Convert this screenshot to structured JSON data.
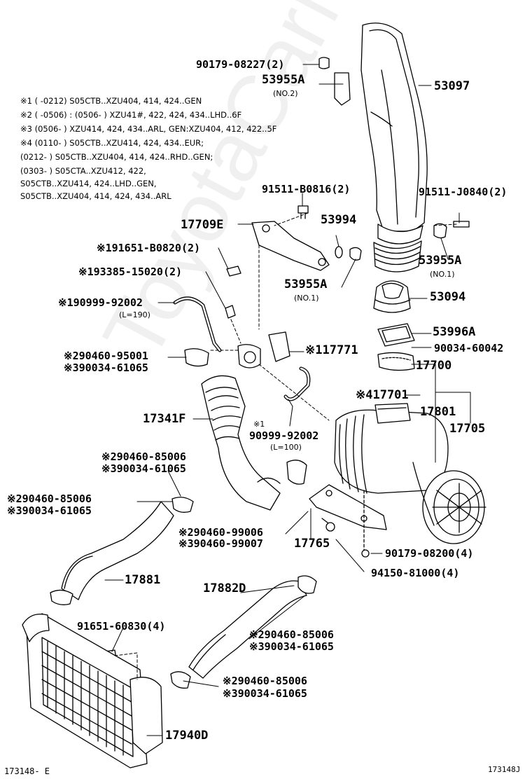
{
  "diagram_id": "173148- E",
  "diagram_id_right": "173148J",
  "notes": [
    "※1 (     -0212) S05CTB..XZU404, 414, 424..GEN",
    "※2 (     -0506) : (0506-     ) XZU41#, 422, 424, 434..LHD..6F",
    "※3 (0506-     ) XZU414, 424, 434..ARL, GEN:XZU404, 412, 422..5F",
    "※4 (0110-     ) S05CTB..XZU414, 424, 434..EUR;",
    "(0212-      ) S05CTB..XZU404, 414, 424..RHD..GEN;",
    "(0303-      ) S05CTA..XZU412, 422,",
    "S05CTB..XZU414, 424..LHD..GEN,",
    "S05CTB..XZU404, 414, 424, 434..ARL"
  ],
  "parts": {
    "p90179_08227": "90179-08227(2)",
    "p53955A_top": "53955A",
    "p53955A_top_sub": "(NO.2)",
    "p53097": "53097",
    "p91511_B0816": "91511-B0816(2)",
    "p91511_J0840": "91511-J0840(2)",
    "p17709E": "17709E",
    "p53994": "53994",
    "p191651_B0820": "※191651-B0820(2)",
    "p53955A_right": "53955A",
    "p53955A_right_sub": "(NO.1)",
    "p193385_15020": "※193385-15020(2)",
    "p53955A_mid": "53955A",
    "p53955A_mid_sub": "(NO.1)",
    "p53094": "53094",
    "p190999_92002": "※190999-92002",
    "p190999_92002_sub": "(L=190)",
    "p53996A": "53996A",
    "p90034_60042": "90034-60042",
    "p290460_95001": "※290460-95001",
    "p390034_61065_a": "※390034-61065",
    "p1_17771": "※117771",
    "p17700": "17700",
    "p4_17701": "※417701",
    "p17801": "17801",
    "p17341F": "17341F",
    "p1_label": "※1",
    "p90999_92002": "90999-92002",
    "p90999_92002_sub": "(L=100)",
    "p17705": "17705",
    "p290460_85006_a": "※290460-85006",
    "p390034_61065_b": "※390034-61065",
    "p290460_85006_left": "※290460-85006",
    "p390034_61065_left": "※390034-61065",
    "p290460_99006": "※290460-99006",
    "p390460_99007": "※390460-99007",
    "p17765": "17765",
    "p90179_08200": "90179-08200(4)",
    "p94150_81000": "94150-81000(4)",
    "p17881": "17881",
    "p17882D": "17882D",
    "p91651_60830": "91651-60830(4)",
    "p290460_85006_b": "※290460-85006",
    "p390034_61065_c": "※390034-61065",
    "p290460_85006_c": "※290460-85006",
    "p390034_61065_d": "※390034-61065",
    "p17940D": "17940D"
  }
}
